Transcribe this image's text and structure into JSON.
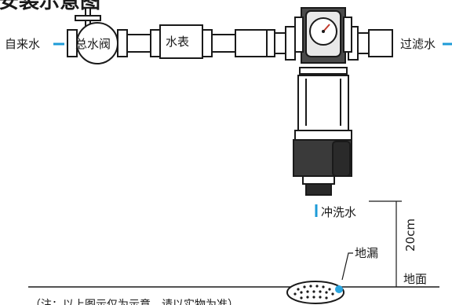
{
  "title": "安装示意图",
  "labels": {
    "inlet": "自来水",
    "main_valve": "总水阀",
    "water_meter": "水表",
    "outlet": "过滤水",
    "flush_water": "冲洗水",
    "distance": "20cm",
    "floor_drain": "地漏",
    "ground": "地面",
    "note": "（注：以上图示仅为示意，请以实物为准）"
  },
  "colors": {
    "arrow_blue": "#1e9bd7",
    "outline": "#1a1a1a",
    "drain_blue": "#2aa5df"
  }
}
